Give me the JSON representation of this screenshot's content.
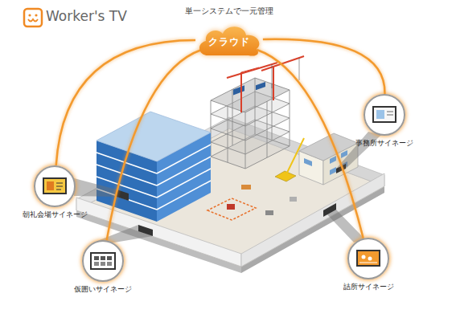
{
  "diagram": {
    "title": "単一システムで一元管理",
    "nodes": [
      {
        "text": [
          "クラウド"
        ]
      },
      {
        "text": [
          "朝礼会場サイネージ"
        ]
      },
      {
        "text": [
          "事務所サイネージ"
        ]
      },
      {
        "text": [
          "仮囲いサイネージ"
        ]
      },
      {
        "text": [
          "詰所サイネージ"
        ]
      }
    ],
    "edges": [
      {
        "from": 0,
        "to": 1,
        "arrow": "none"
      },
      {
        "from": 0,
        "to": 2,
        "arrow": "none"
      },
      {
        "from": 0,
        "to": 3,
        "arrow": "none"
      },
      {
        "from": 0,
        "to": 4,
        "arrow": "none"
      }
    ],
    "labels": [
      "Worker's TV"
    ]
  }
}
